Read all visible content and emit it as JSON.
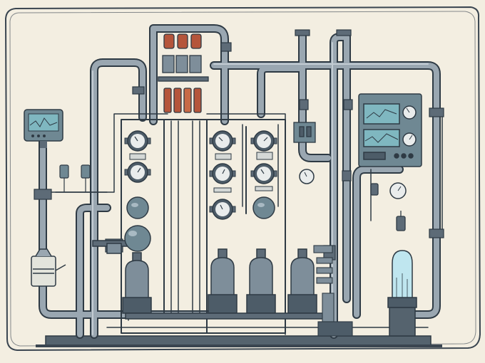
{
  "scene": {
    "subject": "industrial-fluid-processing-system-illustration",
    "palette": {
      "paper": "#f3eee1",
      "frame": "#3a4550",
      "pipe": "#9aa7b1",
      "pipe_dark": "#5d6b77",
      "pipe_outline": "#2e3a44",
      "vessel": "#7e8e9a",
      "vessel_dark": "#4d5c68",
      "gauge_face": "#e9ecec",
      "panel": "#6f8893",
      "screen": "#7fb7c0",
      "liquid_red": "#b5553b",
      "liquid_blue": "#bfe6ef",
      "base": "#55636e"
    }
  },
  "gauges_count": 12,
  "monitors": [
    {
      "id": "left-monitor",
      "has_waveform": true
    },
    {
      "id": "control-panel",
      "screens": 2,
      "dials": 2
    }
  ]
}
